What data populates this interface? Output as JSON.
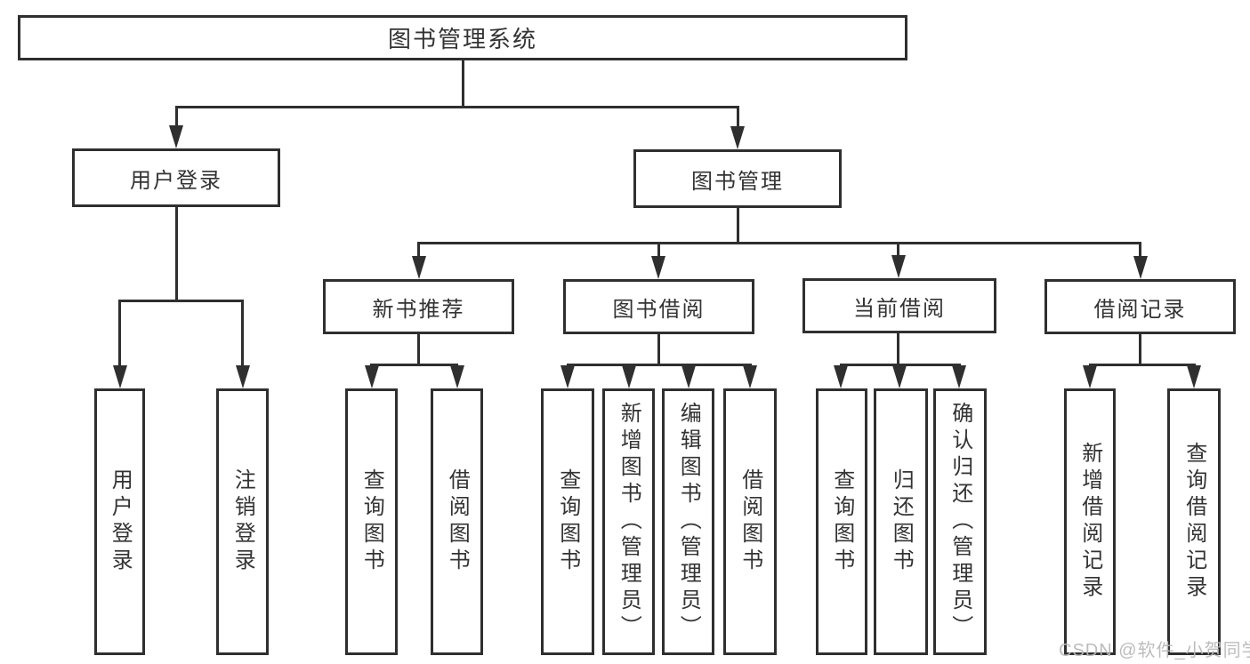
{
  "diagram": {
    "root": {
      "label": "图书管理系统"
    },
    "level2": [
      {
        "label": "用户登录"
      },
      {
        "label": "图书管理"
      }
    ],
    "level3": [
      {
        "label": "新书推荐"
      },
      {
        "label": "图书借阅"
      },
      {
        "label": "当前借阅"
      },
      {
        "label": "借阅记录"
      }
    ],
    "leaves": {
      "user_login": [
        {
          "label": "用户登录"
        },
        {
          "label": "注销登录"
        }
      ],
      "new_book": [
        {
          "label": "查询图书"
        },
        {
          "label": "借阅图书"
        }
      ],
      "book_borrow": [
        {
          "label": "查询图书"
        },
        {
          "label": "新增图书（管理员）"
        },
        {
          "label": "编辑图书（管理员）"
        },
        {
          "label": "借阅图书"
        }
      ],
      "current_borrow": [
        {
          "label": "查询图书"
        },
        {
          "label": "归还图书"
        },
        {
          "label": "确认归还（管理员）"
        }
      ],
      "borrow_record": [
        {
          "label": "新增借阅记录"
        },
        {
          "label": "查询借阅记录"
        }
      ]
    },
    "watermark": "CSDN @软件_小贺同学",
    "colors": {
      "line": "#2f2f2f",
      "text": "#333333",
      "watermark": "#b9b9b9",
      "background": "#ffffff"
    }
  }
}
